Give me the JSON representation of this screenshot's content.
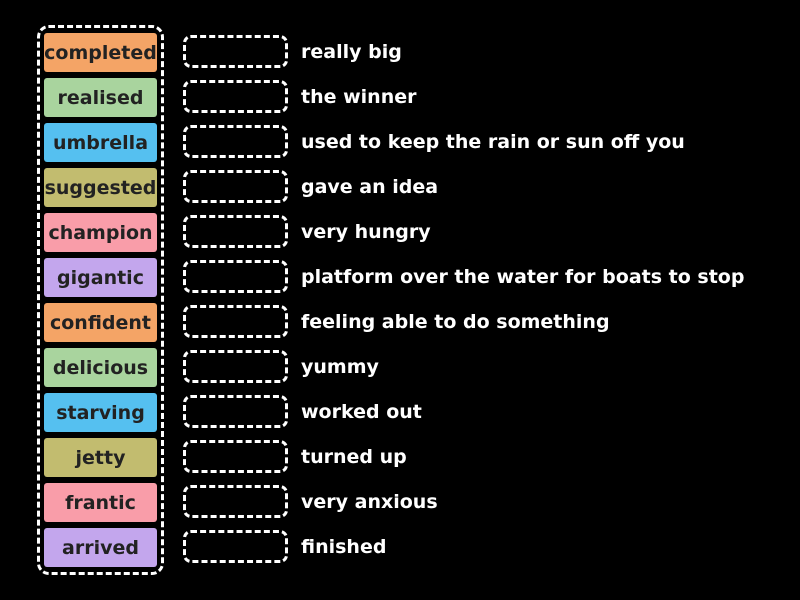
{
  "colors": {
    "background": "#000000",
    "dashed_border": "#FFFFFF",
    "tile_text": "#222222",
    "definition_text": "#FFFFFF",
    "tile_orange": "#F4A466",
    "tile_green": "#A9D49E",
    "tile_blue": "#55C0F0",
    "tile_khaki": "#C2BC6F",
    "tile_pink": "#F99DA9",
    "tile_purple": "#C3A6ED"
  },
  "pairs": [
    {
      "word": "completed",
      "tile_color": "#F4A466",
      "definition": "really big"
    },
    {
      "word": "realised",
      "tile_color": "#A9D49E",
      "definition": "the winner"
    },
    {
      "word": "umbrella",
      "tile_color": "#55C0F0",
      "definition": "used to keep the rain or sun off you"
    },
    {
      "word": "suggested",
      "tile_color": "#C2BC6F",
      "definition": "gave an idea"
    },
    {
      "word": "champion",
      "tile_color": "#F99DA9",
      "definition": "very hungry"
    },
    {
      "word": "gigantic",
      "tile_color": "#C3A6ED",
      "definition": "platform over the water for boats to stop"
    },
    {
      "word": "confident",
      "tile_color": "#F4A466",
      "definition": "feeling able to do something"
    },
    {
      "word": "delicious",
      "tile_color": "#A9D49E",
      "definition": "yummy"
    },
    {
      "word": "starving",
      "tile_color": "#55C0F0",
      "definition": "worked out"
    },
    {
      "word": "jetty",
      "tile_color": "#C2BC6F",
      "definition": "turned up"
    },
    {
      "word": "frantic",
      "tile_color": "#F99DA9",
      "definition": "very anxious"
    },
    {
      "word": "arrived",
      "tile_color": "#C3A6ED",
      "definition": "finished"
    }
  ]
}
